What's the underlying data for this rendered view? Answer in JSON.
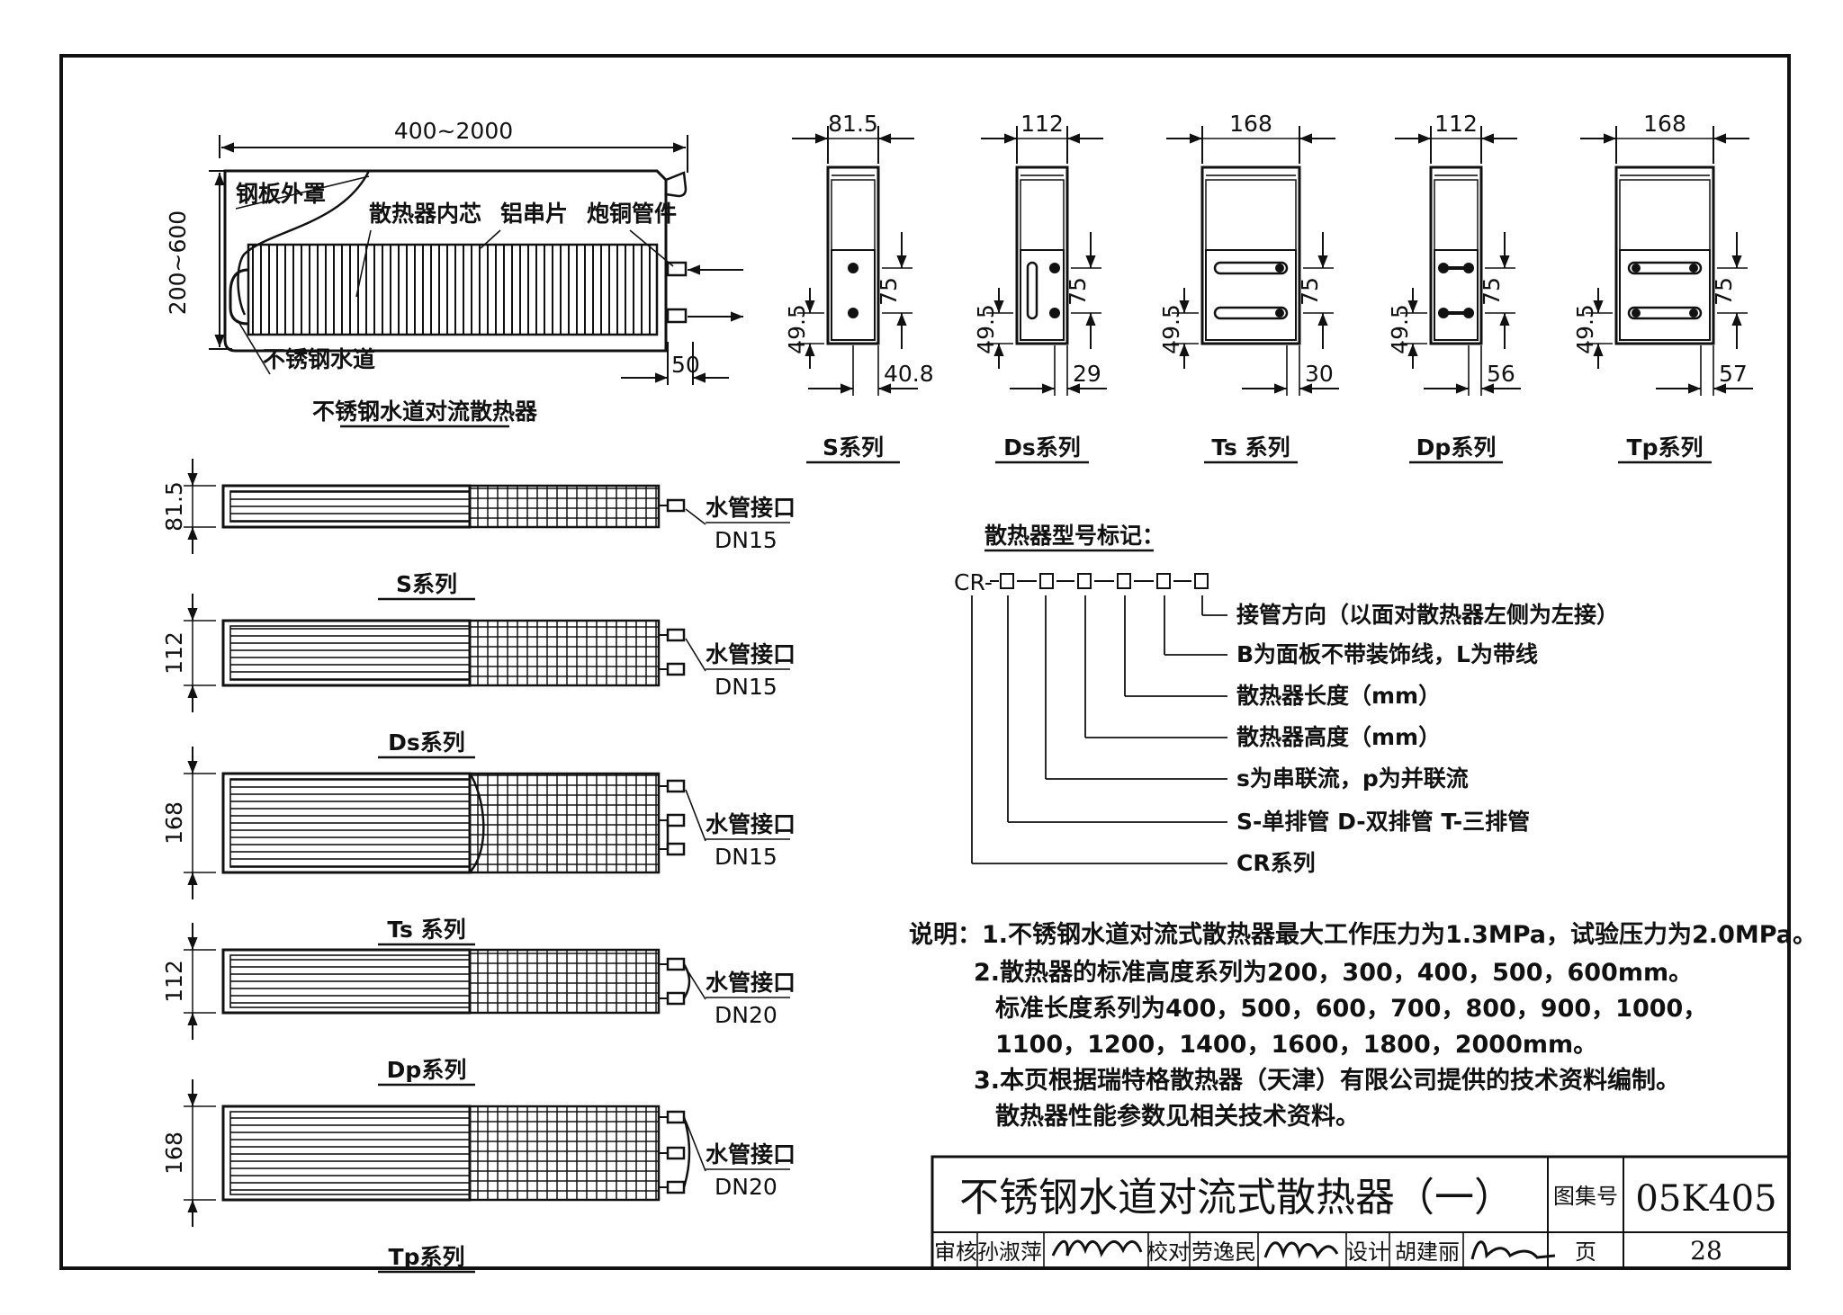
{
  "main_elevation": {
    "width_dim": "400~2000",
    "height_dim": "200~600",
    "outlet_dim": "50",
    "labels": {
      "casing": "钢板外罩",
      "core": "散热器内芯",
      "fins": "铝串片",
      "fitting": "炮铜管件",
      "waterway": "不锈钢水道"
    },
    "caption": "不锈钢水道对流散热器"
  },
  "sections": [
    {
      "top": "81.5",
      "bottom": "40.8",
      "left": "49.5",
      "right": "75",
      "caption": "S系列"
    },
    {
      "top": "112",
      "bottom": "29",
      "left": "49.5",
      "right": "75",
      "caption": "Ds系列"
    },
    {
      "top": "168",
      "bottom": "30",
      "left": "49.5",
      "right": "75",
      "caption": "Ts 系列"
    },
    {
      "top": "112",
      "bottom": "56",
      "left": "49.5",
      "right": "75",
      "caption": "Dp系列"
    },
    {
      "top": "168",
      "bottom": "57",
      "left": "49.5",
      "right": "75",
      "caption": "Tp系列"
    }
  ],
  "plans": [
    {
      "dim": "81.5",
      "port": "水管接口",
      "dn": "DN15",
      "caption": "S系列"
    },
    {
      "dim": "112",
      "port": "水管接口",
      "dn": "DN15",
      "caption": "Ds系列"
    },
    {
      "dim": "168",
      "port": "水管接口",
      "dn": "DN15",
      "caption": "Ts 系列"
    },
    {
      "dim": "112",
      "port": "水管接口",
      "dn": "DN20",
      "caption": "Dp系列"
    },
    {
      "dim": "168",
      "port": "水管接口",
      "dn": "DN20",
      "caption": "Tp系列"
    }
  ],
  "model": {
    "title": "散热器型号标记：",
    "code_prefix": "CR-",
    "legend": [
      "接管方向（以面对散热器左侧为左接）",
      "B为面板不带装饰线，L为带线",
      "散热器长度（mm）",
      "散热器高度（mm）",
      "s为串联流，p为并联流",
      "S-单排管   D-双排管   T-三排管",
      "CR系列"
    ]
  },
  "notes": {
    "lines": [
      "说明：1.不锈钢水道对流式散热器最大工作压力为1.3MPa，试验压力为2.0MPa。",
      "2.散热器的标准高度系列为200，300，400，500，600mm。",
      "标准长度系列为400，500，600，700，800，900，1000，",
      "1100，1200，1400，1600，1800，2000mm。",
      "3.本页根据瑞特格散热器（天津）有限公司提供的技术资料编制。",
      "散热器性能参数见相关技术资料。"
    ]
  },
  "title_block": {
    "title": "不锈钢水道对流式散热器（一）",
    "atlas_label": "图集号",
    "atlas_no": "05K405",
    "review_label": "审核",
    "reviewer": "孙淑萍",
    "check_label": "校对",
    "checker": "劳逸民",
    "design_label": "设计",
    "designer": "胡建丽",
    "page_label": "页",
    "page_no": "28"
  }
}
